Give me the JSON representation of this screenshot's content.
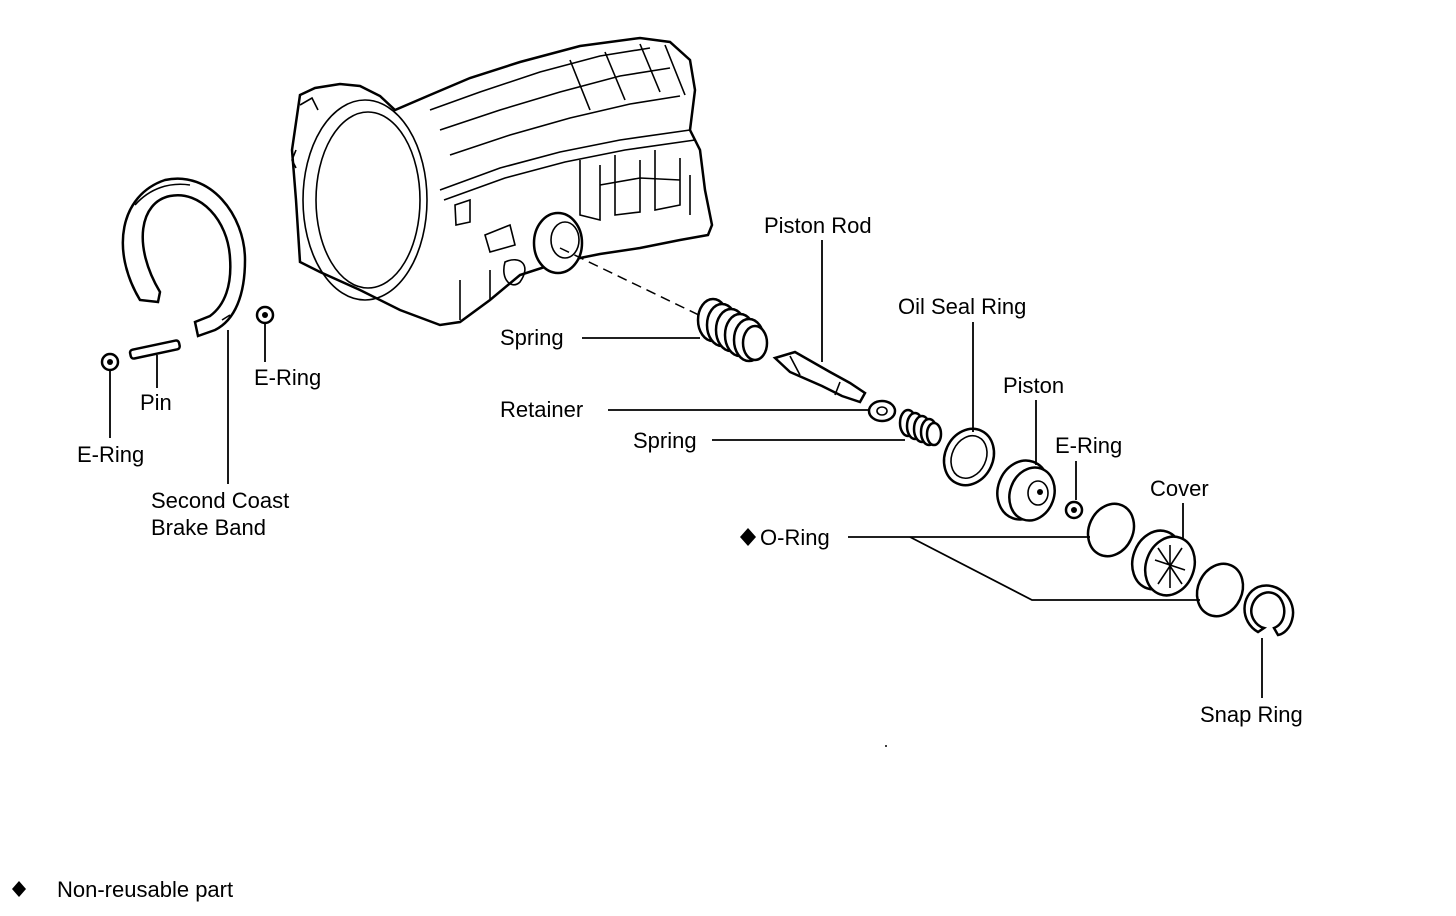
{
  "labels": {
    "piston_rod": "Piston Rod",
    "oil_seal_ring": "Oil Seal Ring",
    "spring_outer": "Spring",
    "piston": "Piston",
    "retainer": "Retainer",
    "spring_inner": "Spring",
    "e_ring_right": "E-Ring",
    "cover": "Cover",
    "o_ring": "O-Ring",
    "snap_ring": "Snap Ring",
    "pin": "Pin",
    "e_ring_band_right": "E-Ring",
    "e_ring_band_left": "E-Ring",
    "second_coast_line1": "Second Coast",
    "second_coast_line2": "Brake Band"
  },
  "legend": {
    "text": "Non-reusable part"
  }
}
